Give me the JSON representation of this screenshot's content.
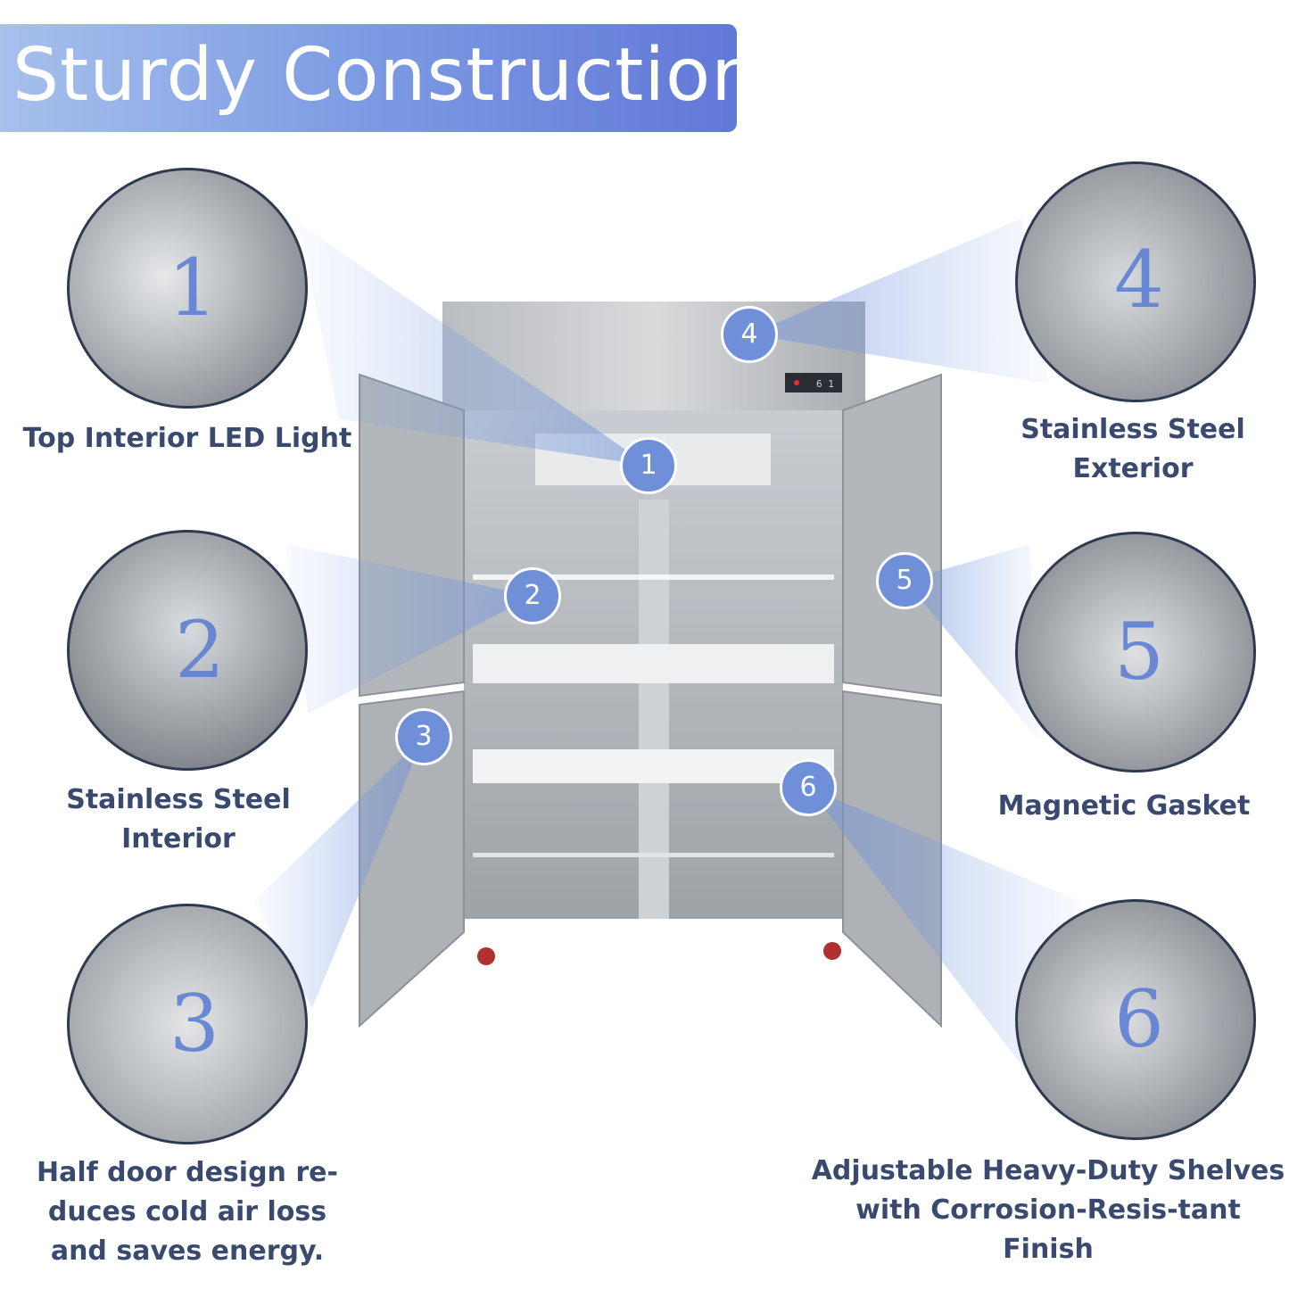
{
  "title": "Sturdy Construction",
  "features": [
    {
      "number": "1",
      "caption": "Top Interior LED Light"
    },
    {
      "number": "2",
      "caption": "Stainless Steel Interior"
    },
    {
      "number": "3",
      "caption": "Half door design re-duces cold air loss and saves energy."
    },
    {
      "number": "4",
      "caption": "Stainless Steel Exterior"
    },
    {
      "number": "5",
      "caption": "Magnetic Gasket"
    },
    {
      "number": "6",
      "caption": "Adjustable Heavy-Duty Shelves with Corrosion-Resis-tant Finish"
    }
  ],
  "display_readout": "6 1",
  "colors": {
    "accent": "#6f90d9",
    "banner": "#7f9ee4",
    "text": "#3a4a6e"
  }
}
